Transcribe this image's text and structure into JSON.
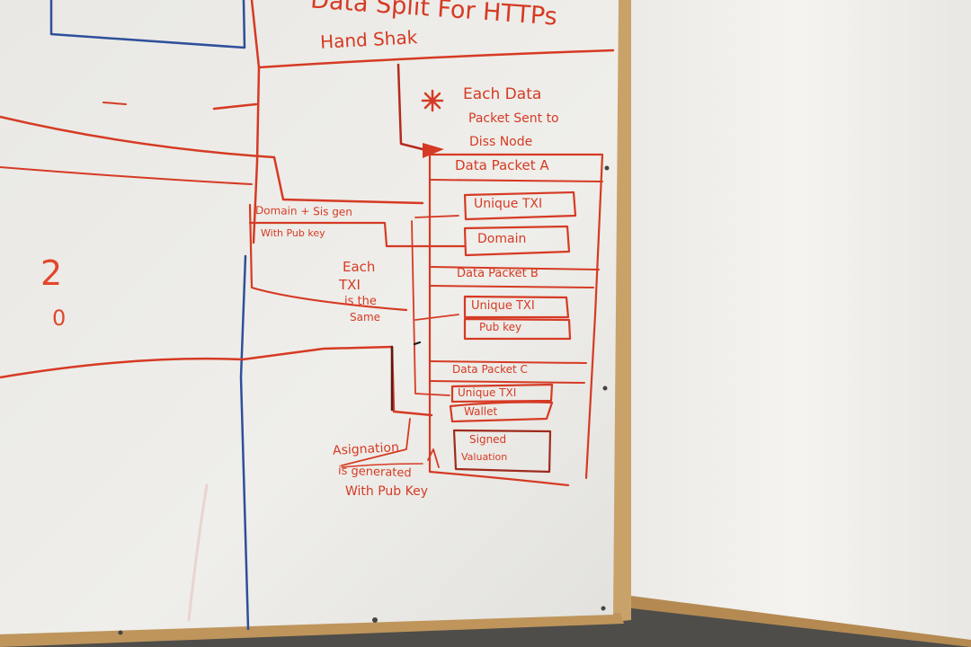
{
  "whiteboard": {
    "title_line1": "Data Split  For HTTPs",
    "title_line2": "Hand Shak",
    "note_star": "*",
    "note_lines": [
      "Each Data",
      "Packet Sent to",
      "Diss Node"
    ],
    "left_labels": [
      "Domain + Sis gen",
      "With Pub key"
    ],
    "middle_labels": [
      "Each",
      "TXI",
      "is the",
      "Same"
    ],
    "bottom_labels": [
      "Asignation",
      "is generated",
      "With Pub Key"
    ],
    "big_numbers": [
      "2",
      "0"
    ],
    "packet_a": {
      "header": "Data Packet A",
      "fields": [
        "Unique TXI",
        "Domain"
      ]
    },
    "packet_b": {
      "header": "Data Packet B",
      "fields": [
        "Unique TXI",
        "Pub key"
      ]
    },
    "packet_c": {
      "header": "Data Packet C",
      "fields": [
        "Unique TXI",
        "Wallet",
        "Signed",
        "Valuation"
      ]
    }
  },
  "colors": {
    "marker_red": "#d63a24",
    "marker_blue": "#2e4f9a",
    "marker_dark": "#5a1a16",
    "board_white": "#ecebe7",
    "wood_frame": "#c9a26a"
  }
}
